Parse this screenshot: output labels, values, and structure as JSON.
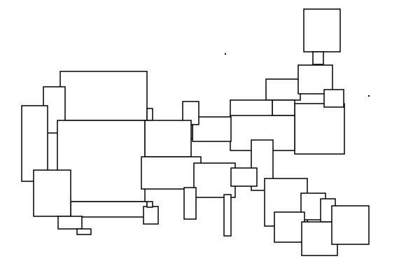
{
  "diagram": {
    "kind": "rectangle-packing",
    "stroke_color": "#000000",
    "fill_color": "#ffffff",
    "background": "#ffffff",
    "box_count": 41,
    "dot_count": 2
  }
}
